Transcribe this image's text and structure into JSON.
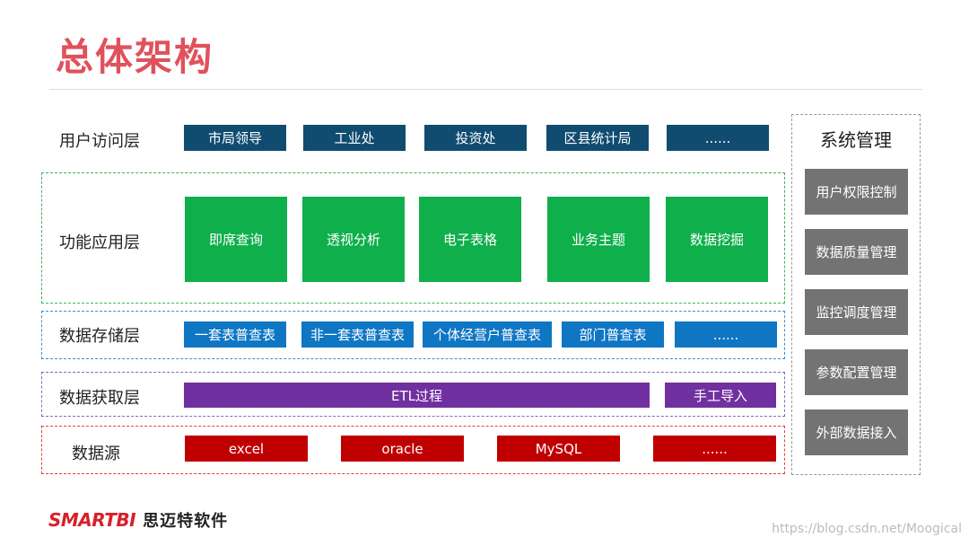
{
  "title": "总体架构",
  "layers": {
    "access": {
      "label": "用户访问层",
      "items": [
        "市局领导",
        "工业处",
        "投资处",
        "区县统计局",
        "......"
      ]
    },
    "function": {
      "label": "功能应用层",
      "items": [
        "即席查询",
        "透视分析",
        "电子表格",
        "业务主题",
        "数据挖掘"
      ]
    },
    "storage": {
      "label": "数据存储层",
      "items": [
        "一套表普查表",
        "非一套表普查表",
        "个体经营户普查表",
        "部门普查表",
        "......"
      ]
    },
    "acquire": {
      "label": "数据获取层",
      "items": [
        "ETL过程",
        "手工导入"
      ]
    },
    "source": {
      "label": "数据源",
      "items": [
        "excel",
        "oracle",
        "MySQL",
        "......"
      ]
    }
  },
  "system": {
    "title": "系统管理",
    "items": [
      "用户权限控制",
      "数据质量管理",
      "监控调度管理",
      "参数配置管理",
      "外部数据接入"
    ]
  },
  "logo": {
    "brand": "SMARTBI",
    "cn": "思迈特软件"
  },
  "watermark": "https://blog.csdn.net/Moogical",
  "colors": {
    "title": "#e0525b",
    "access": "#0f4c70",
    "function": "#0faf4b",
    "storage": "#0f76c4",
    "acquire": "#7030a0",
    "source": "#c00000",
    "system": "#737373"
  }
}
